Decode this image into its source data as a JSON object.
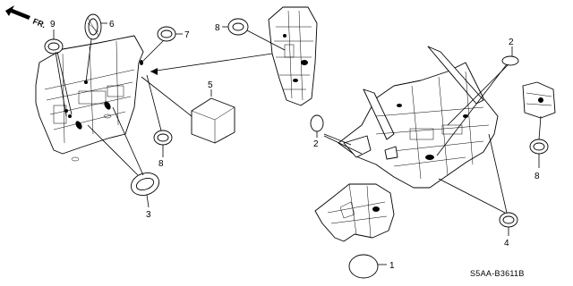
{
  "diagram": {
    "direction_label": "FR.",
    "diagram_code": "S5AA-B3611B",
    "callouts": {
      "c1": "1",
      "c2a": "2",
      "c2b": "2",
      "c3": "3",
      "c4": "4",
      "c5": "5",
      "c6": "6",
      "c7": "7",
      "c8a": "8",
      "c8b": "8",
      "c8c": "8",
      "c9": "9"
    }
  }
}
